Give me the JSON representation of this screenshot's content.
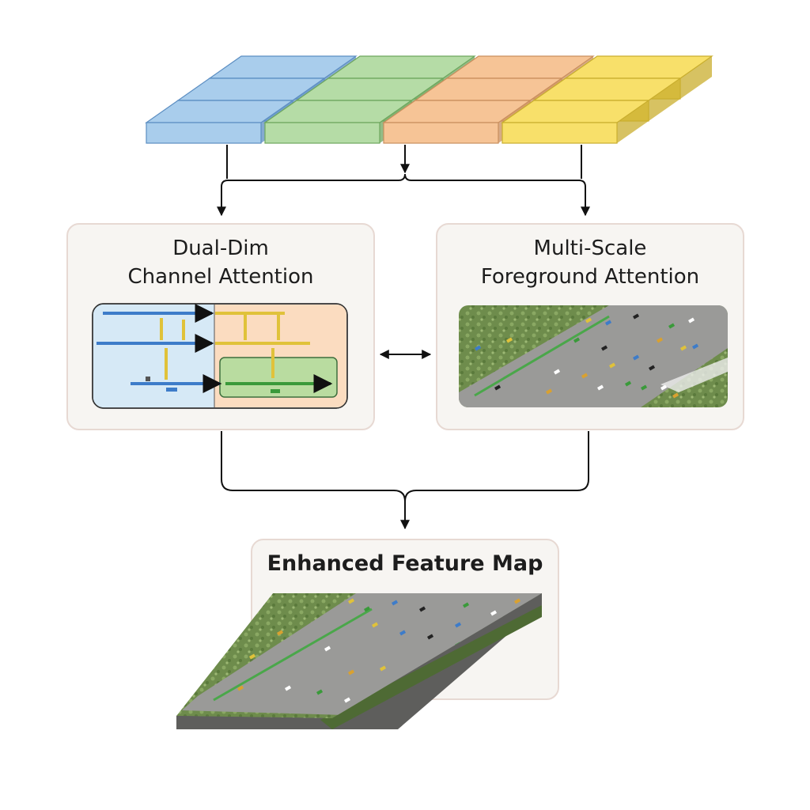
{
  "feature_stack": {
    "colors": [
      "#a9cdec",
      "#b5dca6",
      "#f6c496",
      "#f8e06a"
    ],
    "edge_colors": [
      "#5c8ec2",
      "#6ea65e",
      "#c98f5d",
      "#c9ae2e"
    ]
  },
  "modules": {
    "left": {
      "title_line1": "Dual-Dim",
      "title_line2": "Channel Attention"
    },
    "right": {
      "title_line1": "Multi-Scale",
      "title_line2": "Foreground Attention"
    }
  },
  "output": {
    "title": "Enhanced Feature Map"
  },
  "colors": {
    "arrow": "#111111",
    "panel_fill": "#f7f5f2",
    "panel_border": "#e7d9d3",
    "road": "#9a9a98",
    "grass": "#6e8c4c"
  }
}
